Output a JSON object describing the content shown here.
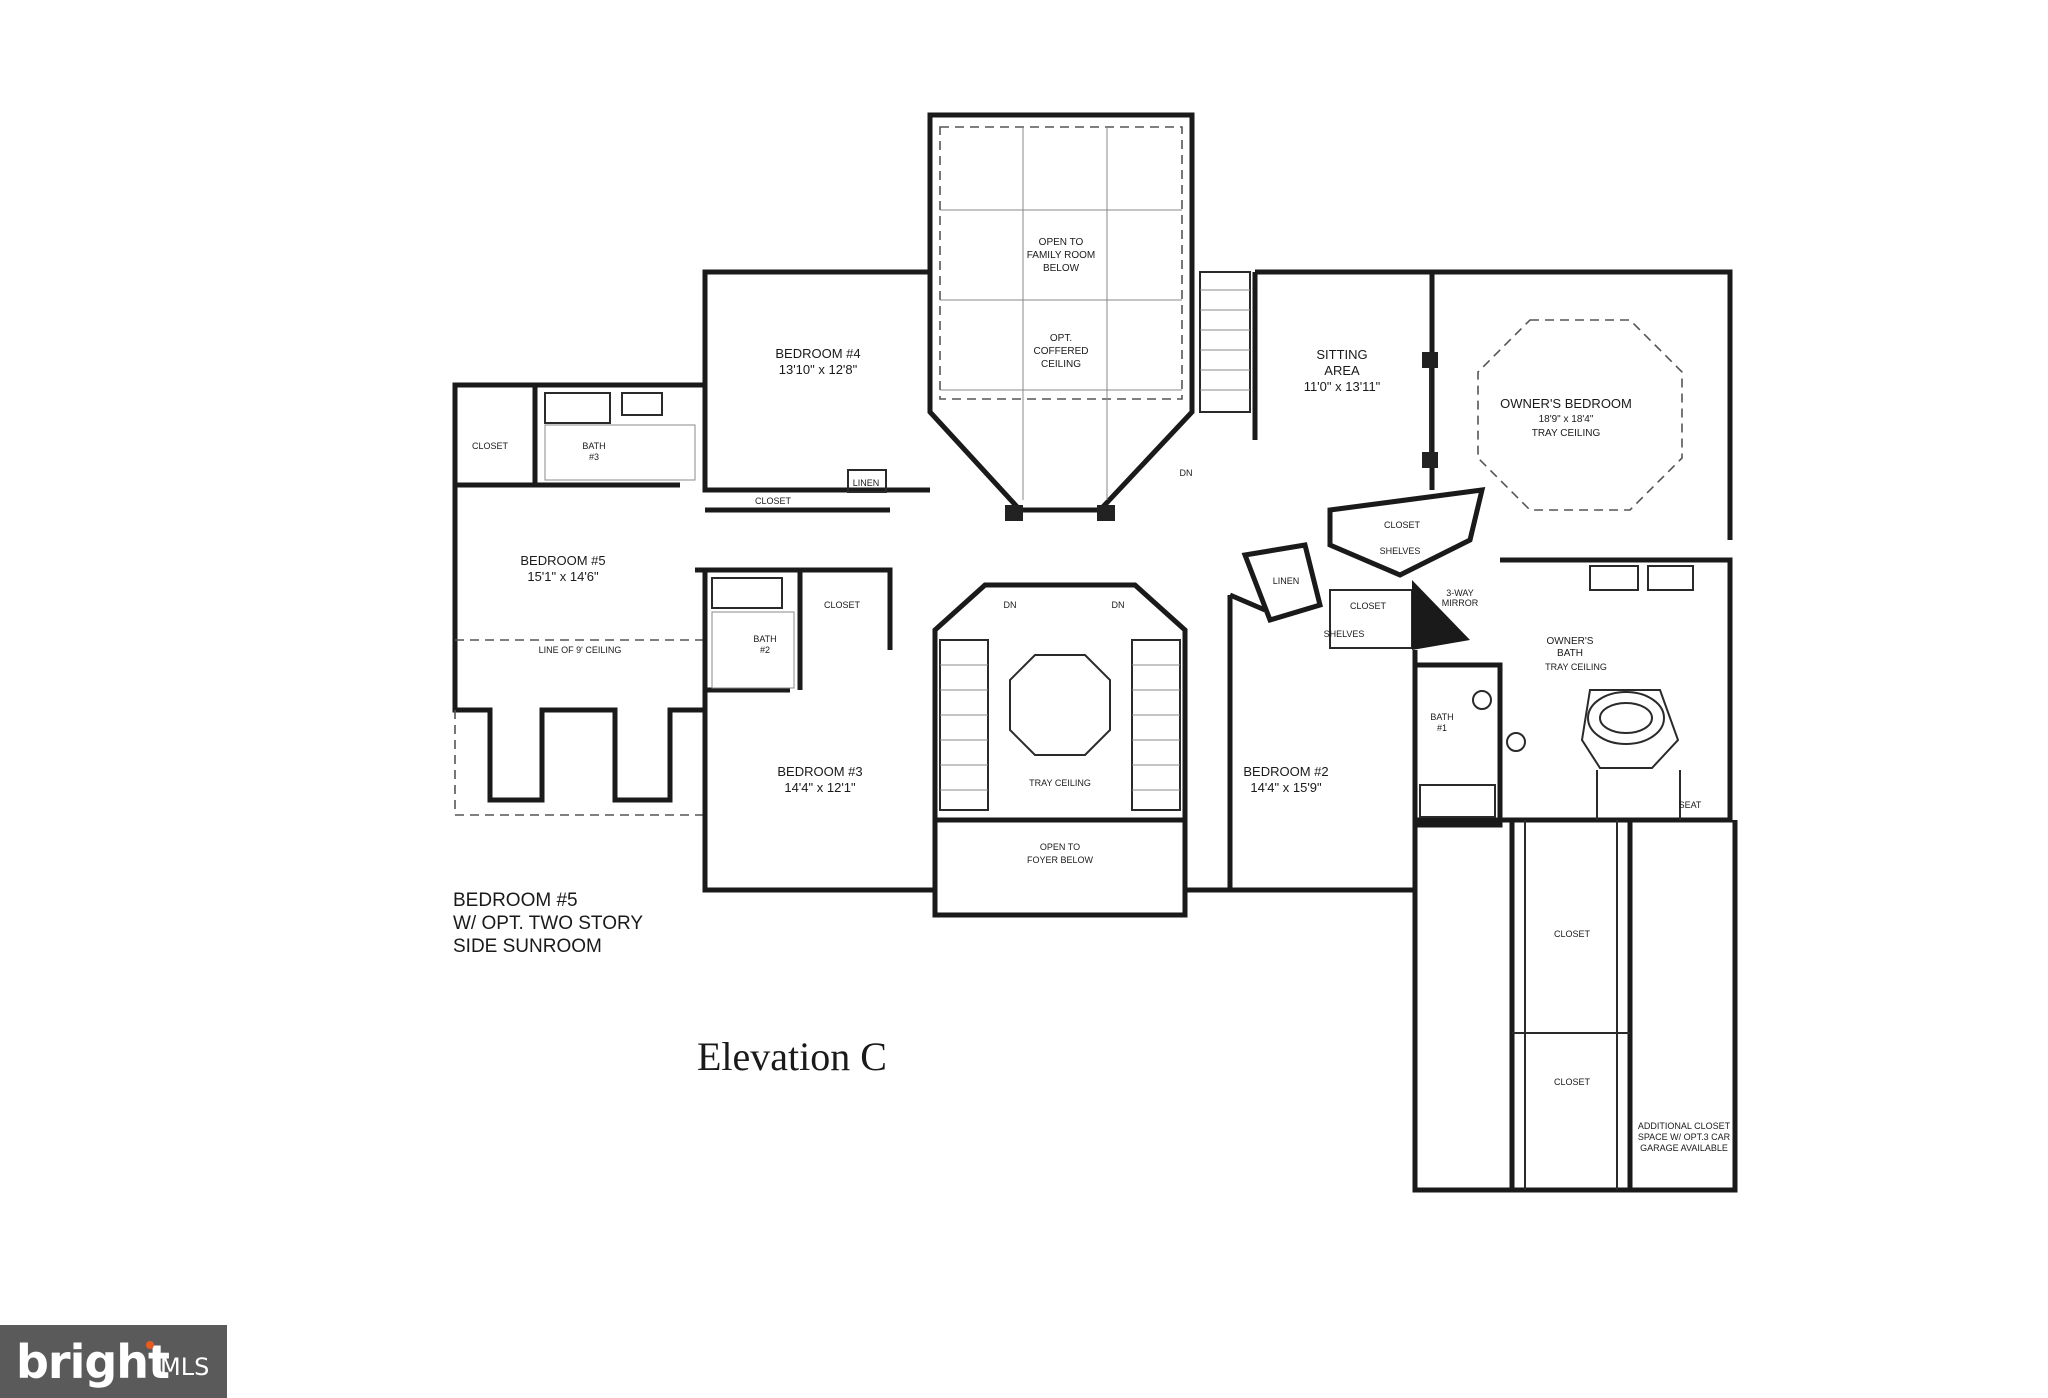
{
  "rooms": {
    "open_family": [
      "OPEN TO",
      "FAMILY ROOM",
      "BELOW"
    ],
    "coffered": [
      "OPT.",
      "COFFERED",
      "CEILING"
    ],
    "bedroom4": {
      "name": "BEDROOM #4",
      "dims": "13'10\" x 12'8\""
    },
    "sitting": {
      "name1": "SITTING",
      "name2": "AREA",
      "dims": "11'0\" x 13'11\""
    },
    "owners_bedroom": {
      "name": "OWNER'S BEDROOM",
      "dims": "18'9\" x 18'4\"",
      "note": "TRAY CEILING"
    },
    "bedroom5": {
      "name": "BEDROOM #5",
      "dims": "15'1\" x 14'6\"",
      "ceiling_line": "LINE OF 9' CEILING"
    },
    "bedroom3": {
      "name": "BEDROOM #3",
      "dims": "14'4\" x 12'1\""
    },
    "bedroom2": {
      "name": "BEDROOM #2",
      "dims": "14'4\" x 15'9\""
    },
    "owners_bath": [
      "OWNER'S",
      "BATH",
      "TRAY CEILING"
    ],
    "bath3": [
      "BATH",
      "#3"
    ],
    "bath2": [
      "BATH",
      "#2"
    ],
    "bath1": [
      "BATH",
      "#1"
    ],
    "tray_ceiling": "TRAY CEILING",
    "open_foyer": [
      "OPEN TO",
      "FOYER BELOW"
    ]
  },
  "labels": {
    "closet": "CLOSET",
    "linen": "LINEN",
    "shelves": "SHELVES",
    "dn": "DN",
    "mirror": [
      "3-WAY",
      "MIRROR"
    ],
    "seat": "SEAT",
    "additional": [
      "ADDITIONAL CLOSET",
      "SPACE W/ OPT.3 CAR",
      "GARAGE AVAILABLE"
    ]
  },
  "note": [
    "BEDROOM #5",
    "W/ OPT. TWO STORY",
    "SIDE SUNROOM"
  ],
  "elevation": "Elevation C",
  "badge": {
    "brand": "bright",
    "suffix": "MLS",
    "accent": "#e85d1e"
  }
}
